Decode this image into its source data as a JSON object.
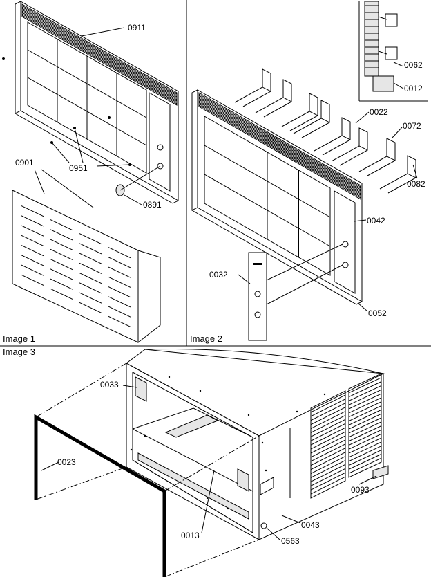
{
  "panels": [
    {
      "id": "image1",
      "title": "Image 1"
    },
    {
      "id": "image2",
      "title": "Image 2"
    },
    {
      "id": "image3",
      "title": "Image 3"
    }
  ],
  "parts": {
    "p0911": "0911",
    "p0951": "0951",
    "p0901": "0901",
    "p0891": "0891",
    "p0062": "0062",
    "p0012": "0012",
    "p0022": "0022",
    "p0072": "0072",
    "p0082": "0082",
    "p0042": "0042",
    "p0032": "0032",
    "p0052": "0052",
    "p0033": "0033",
    "p0023": "0023",
    "p0093": "0093",
    "p0013": "0013",
    "p0563": "0563",
    "p0043": "0043"
  }
}
